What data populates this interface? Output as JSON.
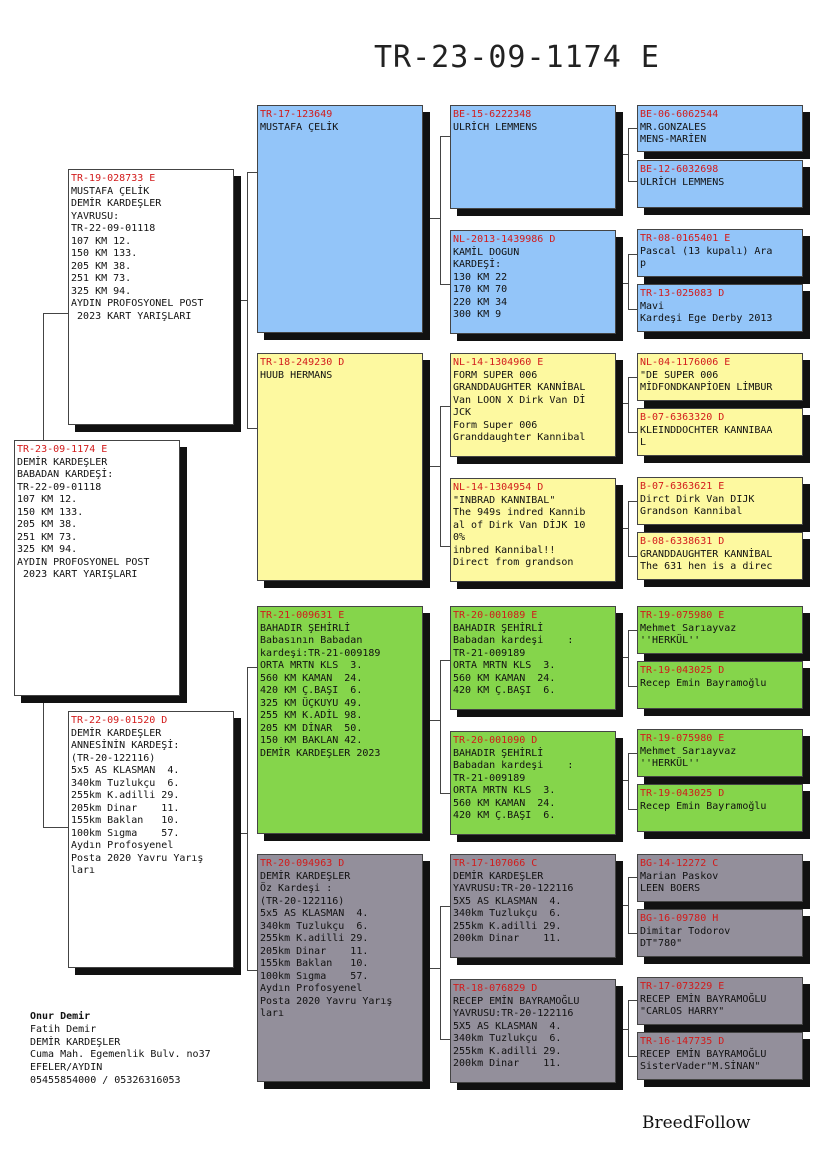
{
  "title": "TR-23-09-1174 E",
  "pigeons": {
    "subject": {
      "ring": "TR-23-09-1174 E",
      "text": "DEMİR KARDEŞLER\nBABADAN KARDEŞİ:\nTR-22-09-01118\n107 KM 12.\n150 KM 133.\n205 KM 38.\n251 KM 73.\n325 KM 94.\nAYDIN PROFOSYONEL POST\n 2023 KART YARIŞLARI"
    },
    "sire": {
      "ring": "TR-19-028733 E",
      "text": "MUSTAFA ÇELİK\nDEMİR KARDEŞLER\nYAVRUSU:\nTR-22-09-01118\n107 KM 12.\n150 KM 133.\n205 KM 38.\n251 KM 73.\n325 KM 94.\nAYDIN PROFOSYONEL POST\n 2023 KART YARIŞLARI"
    },
    "dam": {
      "ring": "TR-22-09-01520 D",
      "text": "DEMİR KARDEŞLER\nANNESİNİN KARDEŞİ:\n(TR-20-122116)\n5x5 AS KLASMAN  4.\n340km Tuzlukçu  6.\n255km K.adilli 29.\n205km Dinar    11.\n155km Baklan   10.\n100km Sıgma    57.\nAydın Profosyenel\nPosta 2020 Yavru Yarış\nları"
    },
    "ss": {
      "ring": "TR-17-123649",
      "text": "MUSTAFA ÇELİK"
    },
    "sd": {
      "ring": "TR-18-249230 D",
      "text": "HUUB HERMANS"
    },
    "ds": {
      "ring": "TR-21-009631 E",
      "text": "BAHADIR ŞEHİRLİ\nBabasının Babadan\nkardeşi:TR-21-009189\nORTA MRTN KLS  3.\n560 KM KAMAN  24.\n420 KM Ç.BAŞI  6.\n325 KM ÜÇKUYU 49.\n255 KM K.ADİL 98.\n205 KM DİNAR  50.\n150 KM BAKLAN 42.\nDEMİR KARDEŞLER 2023"
    },
    "dd": {
      "ring": "TR-20-094963 D",
      "text": "DEMİR KARDEŞLER\nÖz Kardeşi :\n(TR-20-122116)\n5x5 AS KLASMAN  4.\n340km Tuzlukçu  6.\n255km K.adilli 29.\n205km Dinar    11.\n155km Baklan   10.\n100km Sıgma    57.\nAydın Profosyenel\nPosta 2020 Yavru Yarış\nları"
    },
    "sss": {
      "ring": "BE-15-6222348",
      "text": "ULRİCH LEMMENS"
    },
    "ssd": {
      "ring": "NL-2013-1439986 D",
      "text": "KAMİL DOGUN\nKARDEŞİ:\n130 KM 22\n170 KM 70\n220 KM 34\n300 KM 9"
    },
    "sds": {
      "ring": "NL-14-1304960 E",
      "text": "FORM SUPER 006\nGRANDDAUGHTER KANNİBAL\nVan LOON X Dirk Van Dİ\nJCK\nForm Super 006\nGranddaughter Kannibal"
    },
    "sdd": {
      "ring": "NL-14-1304954 D",
      "text": "\"INBRAD KANNIBAL\"\nThe 949s indred Kannib\nal of Dirk Van DİJK 10\n0%\ninbred Kannibal!!\nDirect from grandson"
    },
    "dss": {
      "ring": "TR-20-001089 E",
      "text": "BAHADIR ŞEHİRLİ\nBabadan kardeşi    :\nTR-21-009189\nORTA MRTN KLS  3.\n560 KM KAMAN  24.\n420 KM Ç.BAŞI  6."
    },
    "dsd": {
      "ring": "TR-20-001090 D",
      "text": "BAHADIR ŞEHİRLİ\nBabadan kardeşi    :\nTR-21-009189\nORTA MRTN KLS  3.\n560 KM KAMAN  24.\n420 KM Ç.BAŞI  6."
    },
    "dds": {
      "ring": "TR-17-107066 C",
      "text": "DEMİR KARDEŞLER\nYAVRUSU:TR-20-122116\n5X5 AS KLASMAN  4.\n340km Tuzlukçu  6.\n255km K.adilli 29.\n200km Dinar    11."
    },
    "ddd": {
      "ring": "TR-18-076829 D",
      "text": "RECEP EMİN BAYRAMOĞLU\nYAVRUSU:TR-20-122116\n5X5 AS KLASMAN  4.\n340km Tuzlukçu  6.\n255km K.adilli 29.\n200km Dinar    11."
    },
    "ssss": {
      "ring": "BE-06-6062544",
      "text": "MR.GONZALES\nMENS-MARİEN"
    },
    "sssd": {
      "ring": "BE-12-6032698",
      "text": "ULRİCH LEMMENS"
    },
    "ssds": {
      "ring": "TR-08-0165401 E",
      "text": "Pascal (13 kupalı) Ara\np"
    },
    "ssdd": {
      "ring": "TR-13-025083 D",
      "text": "Mavi\nKardeşi Ege Derby 2013"
    },
    "sdss": {
      "ring": "NL-04-1176006 E",
      "text": "\"DE SUPER 006\nMİDFONDKANPİOEN LİMBUR"
    },
    "sdsd": {
      "ring": "B-07-6363320 D",
      "text": "KLEINDDOCHTER KANNIBAA\nL"
    },
    "sdds": {
      "ring": "B-07-6363621 E",
      "text": "Dirct Dirk Van DIJK\nGrandson Kannibal"
    },
    "sddd": {
      "ring": "B-08-6338631 D",
      "text": "GRANDDAUGHTER KANNİBAL\nThe 631 hen is a direc"
    },
    "dsss": {
      "ring": "TR-19-075980 E",
      "text": "Mehmet Sarıayvaz\n''HERKÜL''"
    },
    "dssd": {
      "ring": "TR-19-043025 D",
      "text": "Recep Emin Bayramoğlu"
    },
    "dsds": {
      "ring": "TR-19-075980 E",
      "text": "Mehmet Sarıayvaz\n''HERKÜL''"
    },
    "dsdd": {
      "ring": "TR-19-043025 D",
      "text": "Recep Emin Bayramoğlu"
    },
    "ddss": {
      "ring": "BG-14-12272 C",
      "text": "Marian Paskov\nLEEN BOERS"
    },
    "ddsd": {
      "ring": "BG-16-09780 H",
      "text": "Dimitar Todorov\nDT\"780\""
    },
    "ddds": {
      "ring": "TR-17-073229 E",
      "text": "RECEP EMİN BAYRAMOĞLU\n\"CARLOS HARRY\""
    },
    "dddd": {
      "ring": "TR-16-147735 D",
      "text": "RECEP EMİN BAYRAMOĞLU\nSisterVader\"M.SİNAN\""
    }
  },
  "owner": {
    "name": "Onur Demir",
    "lines": [
      "Fatih Demir",
      "DEMİR KARDEŞLER",
      "Cuma Mah. Egemenlik Bulv. no37",
      "EFELER/AYDIN",
      "05455854000 / 05326316053"
    ]
  },
  "brand": "BreedFollow",
  "colors": {
    "sire_side": "#93c5f9",
    "sire_dam_side": "#fdf9a0",
    "dam_sire_side": "#85d54b",
    "dam_dam_side": "#938f9b",
    "ring_number": "#d21b1b"
  }
}
